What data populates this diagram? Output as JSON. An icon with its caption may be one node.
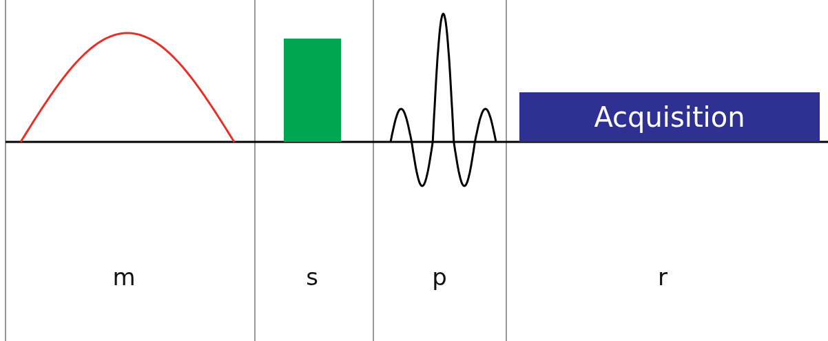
{
  "diagram": {
    "nodes": [
      {
        "text": [],
        "shape": "bar"
      },
      {
        "text": [
          "Acquisition"
        ]
      }
    ],
    "labels": [
      "m",
      "s",
      "p",
      "r"
    ]
  }
}
